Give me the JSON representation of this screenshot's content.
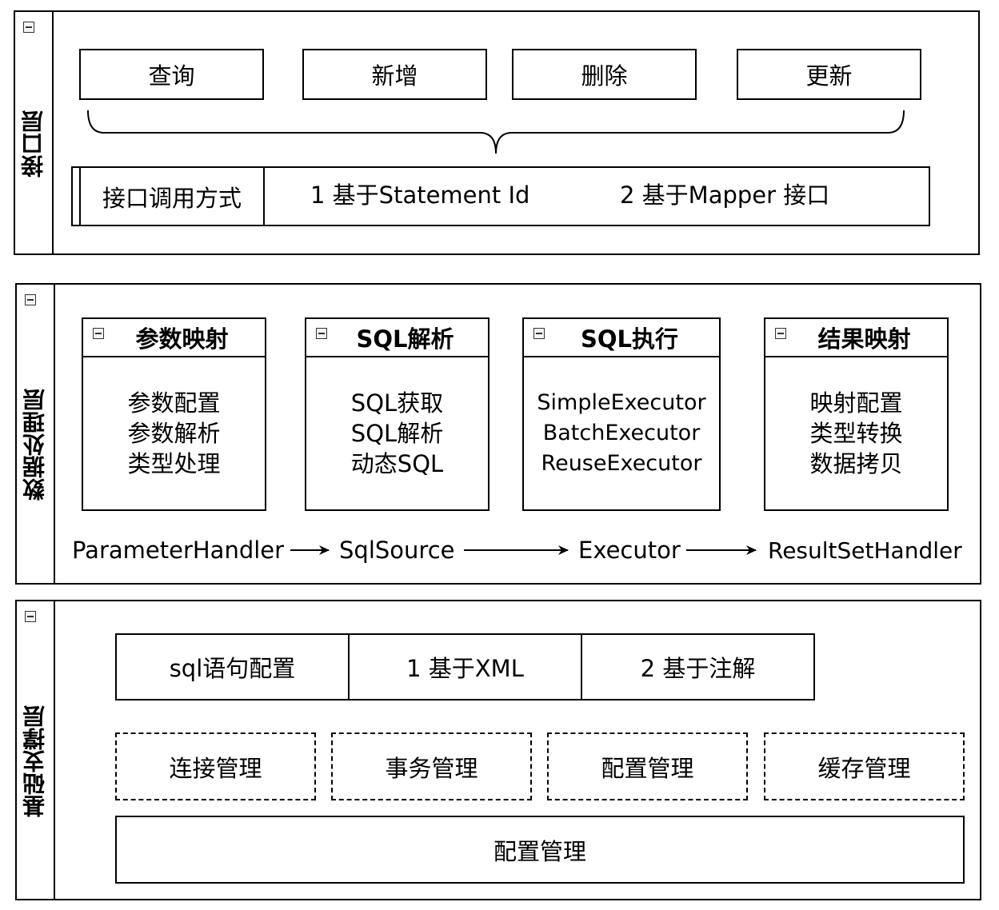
{
  "interface_layer": {
    "title": "接口层",
    "operations": [
      "查询",
      "新增",
      "删除",
      "更新"
    ],
    "call_method": {
      "label": "接口调用方式",
      "option1": "1 基于Statement Id",
      "option2": "2 基于Mapper 接口"
    }
  },
  "data_layer": {
    "title": "数据处理层",
    "modules": [
      {
        "title": "参数映射",
        "items": [
          "参数配置",
          "参数解析",
          "类型处理"
        ]
      },
      {
        "title": "SQL解析",
        "items": [
          "SQL获取",
          "SQL解析",
          "动态SQL"
        ]
      },
      {
        "title": "SQL执行",
        "items": [
          "SimpleExecutor",
          "BatchExecutor",
          "ReuseExecutor"
        ]
      },
      {
        "title": "结果映射",
        "items": [
          "映射配置",
          "类型转换",
          "数据拷贝"
        ]
      }
    ],
    "flow": [
      "ParameterHandler",
      "SqlSource",
      "Executor",
      "ResultSetHandler"
    ]
  },
  "support_layer": {
    "title": "基础支撑层",
    "sql_config": {
      "label": "sql语句配置",
      "option1": "1 基于XML",
      "option2": "2 基于注解"
    },
    "management": [
      "连接管理",
      "事务管理",
      "配置管理",
      "缓存管理"
    ],
    "bottom": "配置管理"
  }
}
